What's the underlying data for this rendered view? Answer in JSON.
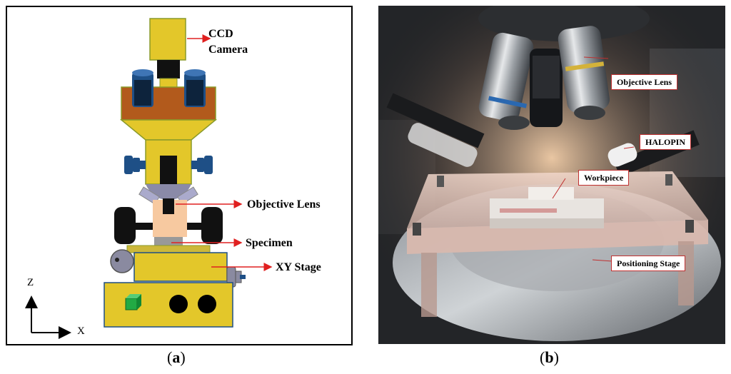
{
  "panel_a": {
    "labels": {
      "ccd_camera_line1": "CCD",
      "ccd_camera_line2": "Camera",
      "objective_lens": "Objective Lens",
      "specimen": "Specimen",
      "xy_stage": "XY Stage"
    },
    "axes": {
      "z": "Z",
      "x": "X"
    },
    "caption_open": "(",
    "caption_letter": "a",
    "caption_close": ")"
  },
  "panel_b": {
    "labels": {
      "objective_lens": "Objective Lens",
      "halopin": "HALOPIN",
      "workpiece": "Workpiece",
      "positioning_stage": "Positioning Stage"
    },
    "caption_open": "(",
    "caption_letter": "b",
    "caption_close": ")"
  },
  "colors": {
    "body_yellow": "#e3c72a",
    "head_brown": "#b25a1c",
    "eyepiece_blue": "#1e4f86",
    "arrow_red": "#e02020",
    "specimen_peach": "#f7c9a0",
    "green_cube": "#22aa44",
    "lens_lavender": "#aaaacc"
  }
}
